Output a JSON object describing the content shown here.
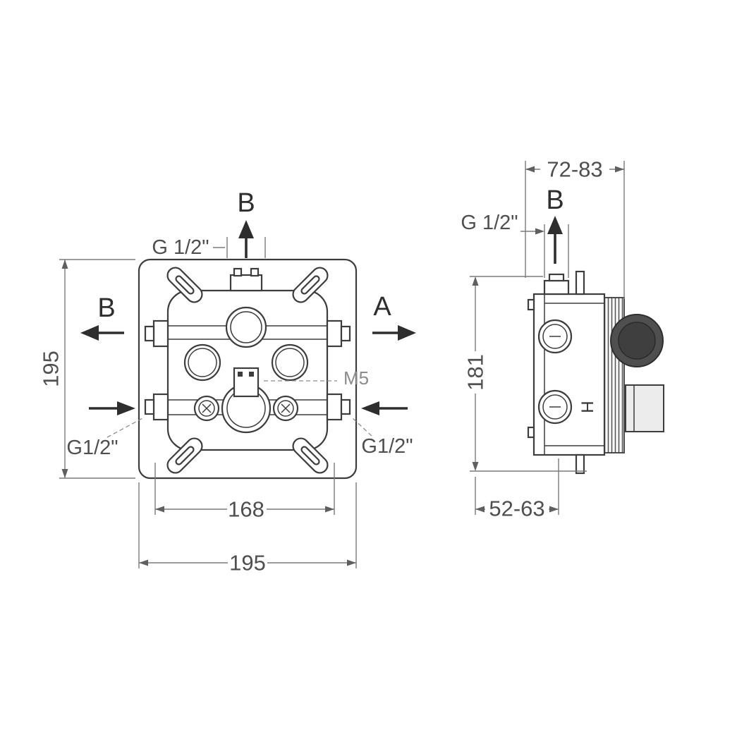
{
  "front": {
    "labels": {
      "outlet_top": "B",
      "outlet_left": "B",
      "outlet_right": "A",
      "thread_top": "G 1/2\"",
      "inlet_left": "G1/2\"",
      "inlet_right": "G1/2\"",
      "screw": "M5"
    },
    "dims": {
      "height": "195",
      "hole_spacing": "168",
      "width": "195"
    }
  },
  "side": {
    "labels": {
      "outlet_top": "B",
      "thread_top": "G 1/2\"",
      "handle": "H"
    },
    "dims": {
      "depth_top": "72-83",
      "height": "181",
      "depth_bottom": "52-63"
    }
  },
  "colors": {
    "line": "#3d3d3d",
    "dimension": "#7a7a7a",
    "text": "#4f4f4f",
    "flow_arrow": "#2e2e2e",
    "knob_fill": "#4a4a4a",
    "box_fill": "#ececec",
    "background": "#ffffff"
  }
}
